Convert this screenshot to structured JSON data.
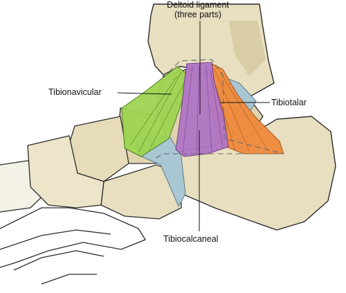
{
  "title": "Deltoid ligament",
  "subtitle": "(three parts)",
  "labels": {
    "tibionavicular": "Tibionavicular",
    "tibiotalar": "Tibiotalar",
    "tibiocalcaneal": "Tibiocalcaneal"
  },
  "colors": {
    "bone": "#e8dfc0",
    "bone_shade": "#b8a878",
    "outline": "#2a2a2a",
    "tibionavicular": "#9fd452",
    "tibiotalar": "#ef8a3c",
    "tibiocalcaneal": "#b176c6",
    "cartilage": "#a9c6d3"
  }
}
